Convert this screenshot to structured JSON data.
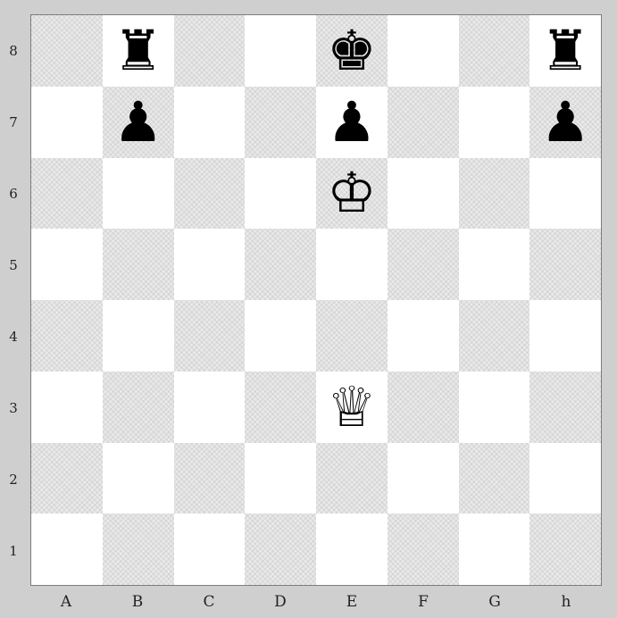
{
  "board": {
    "rank_labels": [
      "8",
      "7",
      "6",
      "5",
      "4",
      "3",
      "2",
      "1"
    ],
    "file_labels": [
      "A",
      "B",
      "C",
      "D",
      "E",
      "F",
      "G",
      "h"
    ],
    "pieces": [
      {
        "square": "b8",
        "glyph": "♜",
        "color": "black",
        "name": "black-rook-icon"
      },
      {
        "square": "e8",
        "glyph": "♚",
        "color": "black",
        "name": "black-king-icon"
      },
      {
        "square": "h8",
        "glyph": "♜",
        "color": "black",
        "name": "black-rook-icon"
      },
      {
        "square": "b7",
        "glyph": "♟",
        "color": "black",
        "name": "black-pawn-icon"
      },
      {
        "square": "e7",
        "glyph": "♟",
        "color": "black",
        "name": "black-pawn-icon"
      },
      {
        "square": "h7",
        "glyph": "♟",
        "color": "black",
        "name": "black-pawn-icon"
      },
      {
        "square": "e6",
        "glyph": "♔",
        "color": "white",
        "name": "white-king-icon"
      },
      {
        "square": "e3",
        "glyph": "♕",
        "color": "white",
        "name": "white-queen-icon"
      }
    ],
    "light_color": "#ffffff",
    "dark_color": "#ececec"
  }
}
